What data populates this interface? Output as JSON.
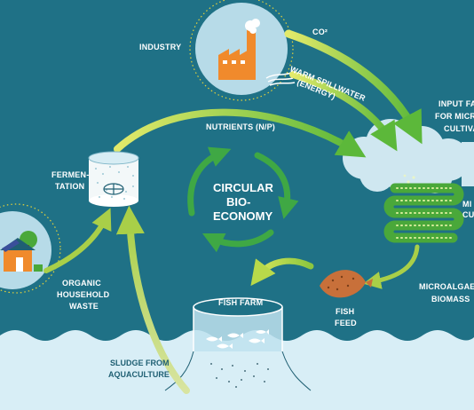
{
  "labels": {
    "industry": "INDUSTRY",
    "co2": "CO²",
    "warm_spillwater_1": "WARM SPILLWATER",
    "warm_spillwater_2": "(ENERGY)",
    "input_factors_1": "INPUT FA",
    "input_factors_2": "FOR MICRO",
    "input_factors_3": "CULTIVA",
    "nutrients": "NUTRIENTS (N/P)",
    "fermentation_1": "FERMEN-",
    "fermentation_2": "TATION",
    "circular_1": "CIRCULAR",
    "circular_2": "BIO-",
    "circular_3": "ECONOMY",
    "microalgae_culture_1": "MI",
    "microalgae_culture_2": "CU",
    "microalgae_biomass_1": "MICROALGAE",
    "microalgae_biomass_2": "BIOMASS",
    "fish_feed_1": "FISH",
    "fish_feed_2": "FEED",
    "fish_farm": "FISH FARM",
    "organic_waste_1": "ORGANIC",
    "organic_waste_2": "HOUSEHOLD",
    "organic_waste_3": "WASTE",
    "sludge_1": "SLUDGE FROM",
    "sludge_2": "AQUACULTURE"
  },
  "colors": {
    "background": "#1f7186",
    "sea": "#d8eef6",
    "arrow_light": "#c9dc4a",
    "arrow_green": "#5cb83a",
    "cloud": "#cfe7f0",
    "factory": "#f08a2c",
    "house": "#f08a2c",
    "tree": "#4aa83a",
    "feed": "#c8703a"
  }
}
